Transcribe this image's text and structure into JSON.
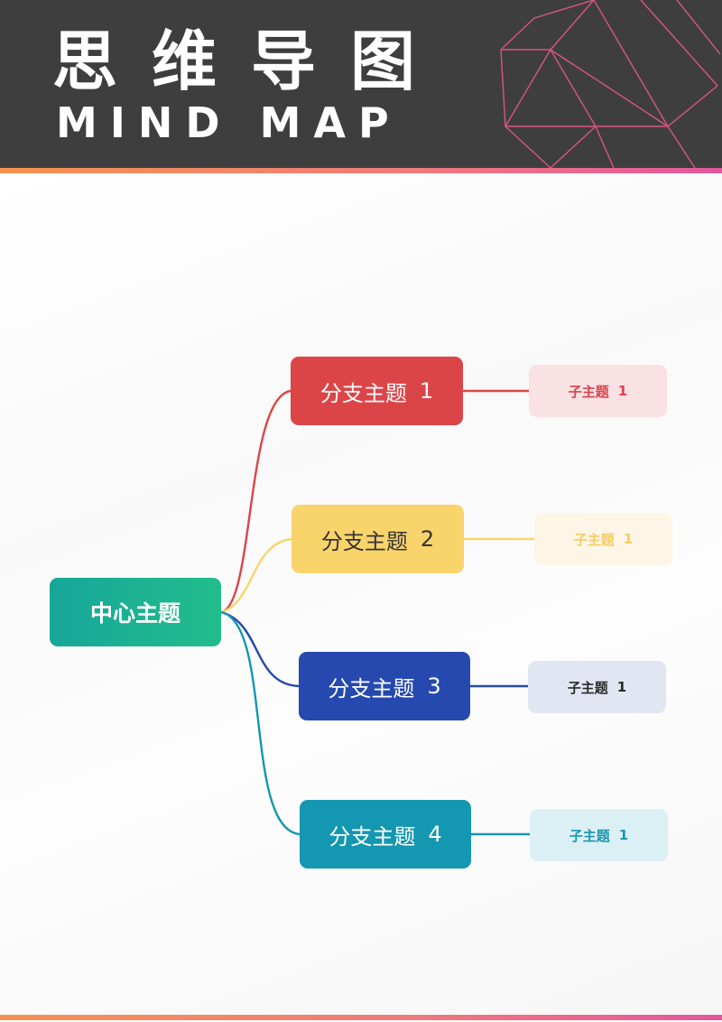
{
  "header": {
    "title_cn": "思维导图",
    "title_en": "MIND MAP"
  },
  "mindmap": {
    "center": "中心主题",
    "branches": [
      {
        "label": "分支主题",
        "num": "1",
        "color": "#dc4548",
        "sub": {
          "label": "子主题",
          "num": "1",
          "bg": "#f9e1e4",
          "text": "#d9434c"
        }
      },
      {
        "label": "分支主题",
        "num": "2",
        "color": "#f9d46b",
        "sub": {
          "label": "子主题",
          "num": "1",
          "bg": "#fdf6e6",
          "text": "#f4cc64"
        }
      },
      {
        "label": "分支主题",
        "num": "3",
        "color": "#2549af",
        "sub": {
          "label": "子主题",
          "num": "1",
          "bg": "#e2e6f3",
          "text": "#2a2a2a"
        }
      },
      {
        "label": "分支主题",
        "num": "4",
        "color": "#1497b1",
        "sub": {
          "label": "子主题",
          "num": "1",
          "bg": "#dbf0f5",
          "text": "#1a96ae"
        }
      }
    ]
  },
  "colors": {
    "header_bg": "#3e3e3f",
    "stripe_start": "#f6914e",
    "stripe_end": "#e2579e",
    "center_start": "#16a69a",
    "center_end": "#22bd8b",
    "poly_line": "#d9577f"
  }
}
